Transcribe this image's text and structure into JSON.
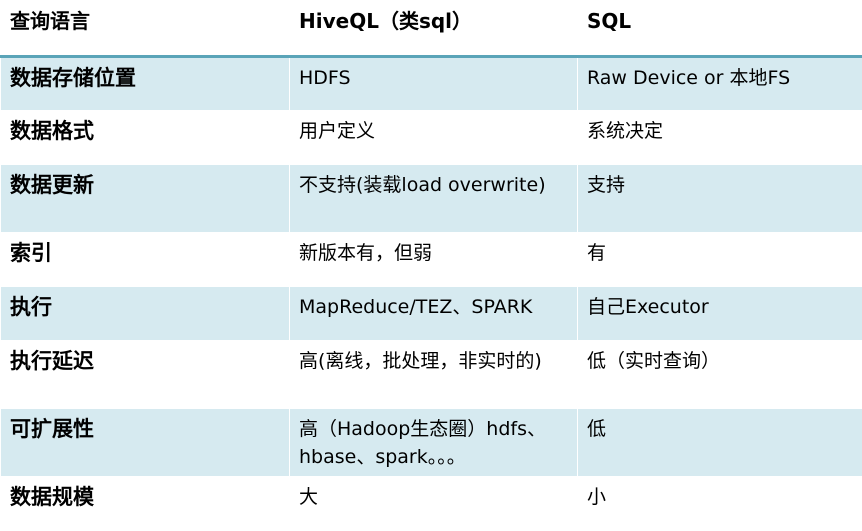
{
  "header": [
    "查询语言",
    "HiveQL（类sql）",
    "SQL"
  ],
  "rows": [
    [
      "数据存储位置",
      "HDFS",
      "Raw Device or 本地FS"
    ],
    [
      "数据格式",
      "用户定义",
      "系统决定"
    ],
    [
      "数据更新",
      "不支持(装载load overwrite)",
      "支持"
    ],
    [
      "索引",
      "新版本有，但弱",
      "有"
    ],
    [
      "执行",
      "MapReduce/TEZ、SPARK",
      "自己Executor"
    ],
    [
      "执行延迟",
      "高(离线，批处理，非实时的)",
      "低（实时查询）"
    ],
    [
      "可扩展性",
      "高（Hadoop生态圈）hdfs、hbase、spark。。。",
      "低"
    ],
    [
      "数据规模",
      "大",
      "小"
    ]
  ],
  "colors": {
    "accent_line": "#5aa4b8",
    "alt_row": "#d6eaf0",
    "row_bg": "#ffffff"
  }
}
